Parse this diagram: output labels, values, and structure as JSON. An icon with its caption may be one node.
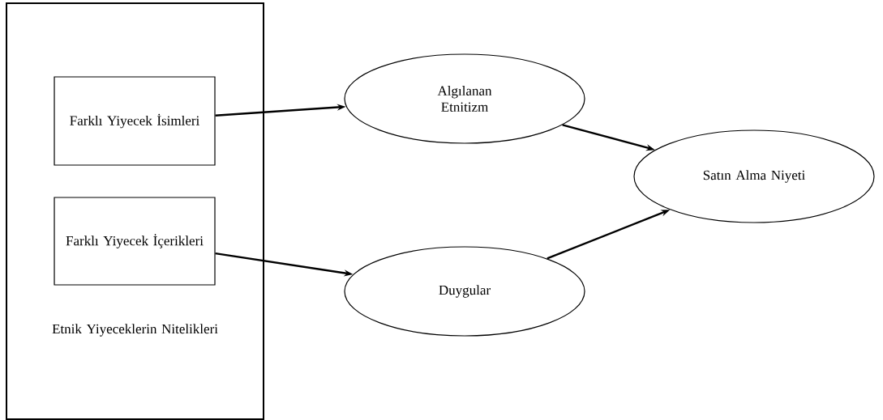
{
  "diagram": {
    "nodes": [
      {
        "text": [
          "Etnik Yiyeceklerin Nitelikleri"
        ]
      },
      {
        "text": [
          "Farklı Yiyecek İsimleri"
        ],
        "in": 0
      },
      {
        "text": [
          "Farklı Yiyecek İçerikleri"
        ],
        "in": 0
      },
      {
        "text": [
          "Algılanan Etnitizm"
        ]
      },
      {
        "text": [
          "Duygular"
        ]
      },
      {
        "text": [
          "Satın Alma Niyeti"
        ]
      }
    ],
    "edges": [
      {
        "from": 1,
        "to": 3,
        "arrow": "to"
      },
      {
        "from": 2,
        "to": 4,
        "arrow": "to"
      },
      {
        "from": 3,
        "to": 5,
        "arrow": "to"
      },
      {
        "from": 4,
        "to": 5,
        "arrow": "to"
      }
    ]
  }
}
